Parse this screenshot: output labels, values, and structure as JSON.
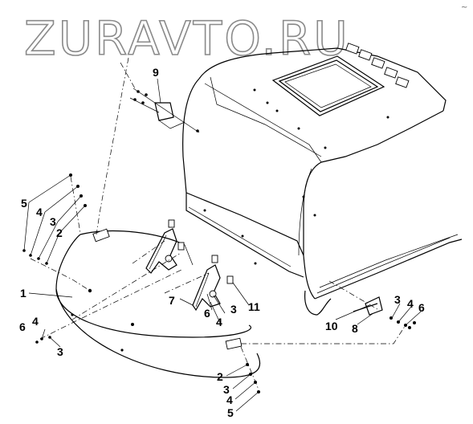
{
  "watermark": "ZURAVTO.RU",
  "corner_mark": "~",
  "callouts": [
    {
      "id": "c9",
      "text": "9"
    },
    {
      "id": "c5a",
      "text": "5"
    },
    {
      "id": "c4a",
      "text": "4"
    },
    {
      "id": "c3a",
      "text": "3"
    },
    {
      "id": "c2a",
      "text": "2"
    },
    {
      "id": "c1",
      "text": "1"
    },
    {
      "id": "c6a",
      "text": "6"
    },
    {
      "id": "c4b",
      "text": "4"
    },
    {
      "id": "c3b",
      "text": "3"
    },
    {
      "id": "c7",
      "text": "7"
    },
    {
      "id": "c6b",
      "text": "6"
    },
    {
      "id": "c3c",
      "text": "3"
    },
    {
      "id": "c4c",
      "text": "4"
    },
    {
      "id": "c11",
      "text": "11"
    },
    {
      "id": "c10",
      "text": "10"
    },
    {
      "id": "c8",
      "text": "8"
    },
    {
      "id": "c3d",
      "text": "3"
    },
    {
      "id": "c4d",
      "text": "4"
    },
    {
      "id": "c6c",
      "text": "6"
    },
    {
      "id": "c2b",
      "text": "2"
    },
    {
      "id": "c3e",
      "text": "3"
    },
    {
      "id": "c4e",
      "text": "4"
    },
    {
      "id": "c5b",
      "text": "5"
    }
  ]
}
